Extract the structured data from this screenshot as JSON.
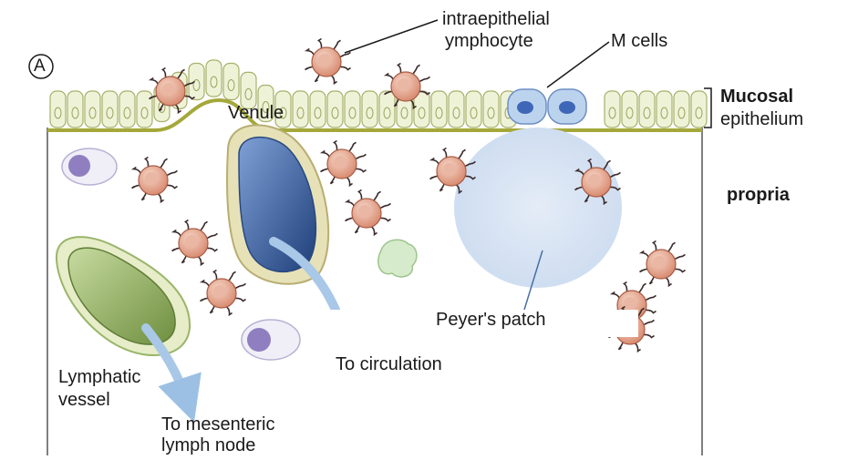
{
  "panel_letter": "A",
  "labels": {
    "intraepithelial_line1": "intraepithelial",
    "intraepithelial_line2": "ymphocyte",
    "m_cells": "M cells",
    "mucosal": "Mucosal",
    "epithelium": "epithelium",
    "propria": "propria",
    "venule": "Venule",
    "peyers_patch": "Peyer's patch",
    "to_circulation": "To circulation",
    "lymphatic_line1": "Lymphatic",
    "lymphatic_line2": "vessel",
    "mesenteric_line1": "To mesenteric",
    "mesenteric_line2": "lymph node"
  },
  "colors": {
    "background": "#ffffff",
    "epithelium_cell_fill": "#eef3d8",
    "epithelium_cell_stroke": "#a8b06a",
    "basement_membrane": "#a4a83a",
    "lymphocyte_fill": "#e8a88e",
    "lymphocyte_nucleus": "#c25a48",
    "m_cell_fill": "#bcd3ee",
    "m_cell_nucleus": "#3e67b8",
    "venule_blue": "#355f9e",
    "venule_wall": "#d9d4a8",
    "lymphatic_green": "#9ab56a",
    "peyers_patch_fill": "#dce7f5",
    "arrow_blue": "#a9c8e8",
    "macrophage_purple": "#8f7fc0",
    "green_cell": "#cfe6c3"
  }
}
